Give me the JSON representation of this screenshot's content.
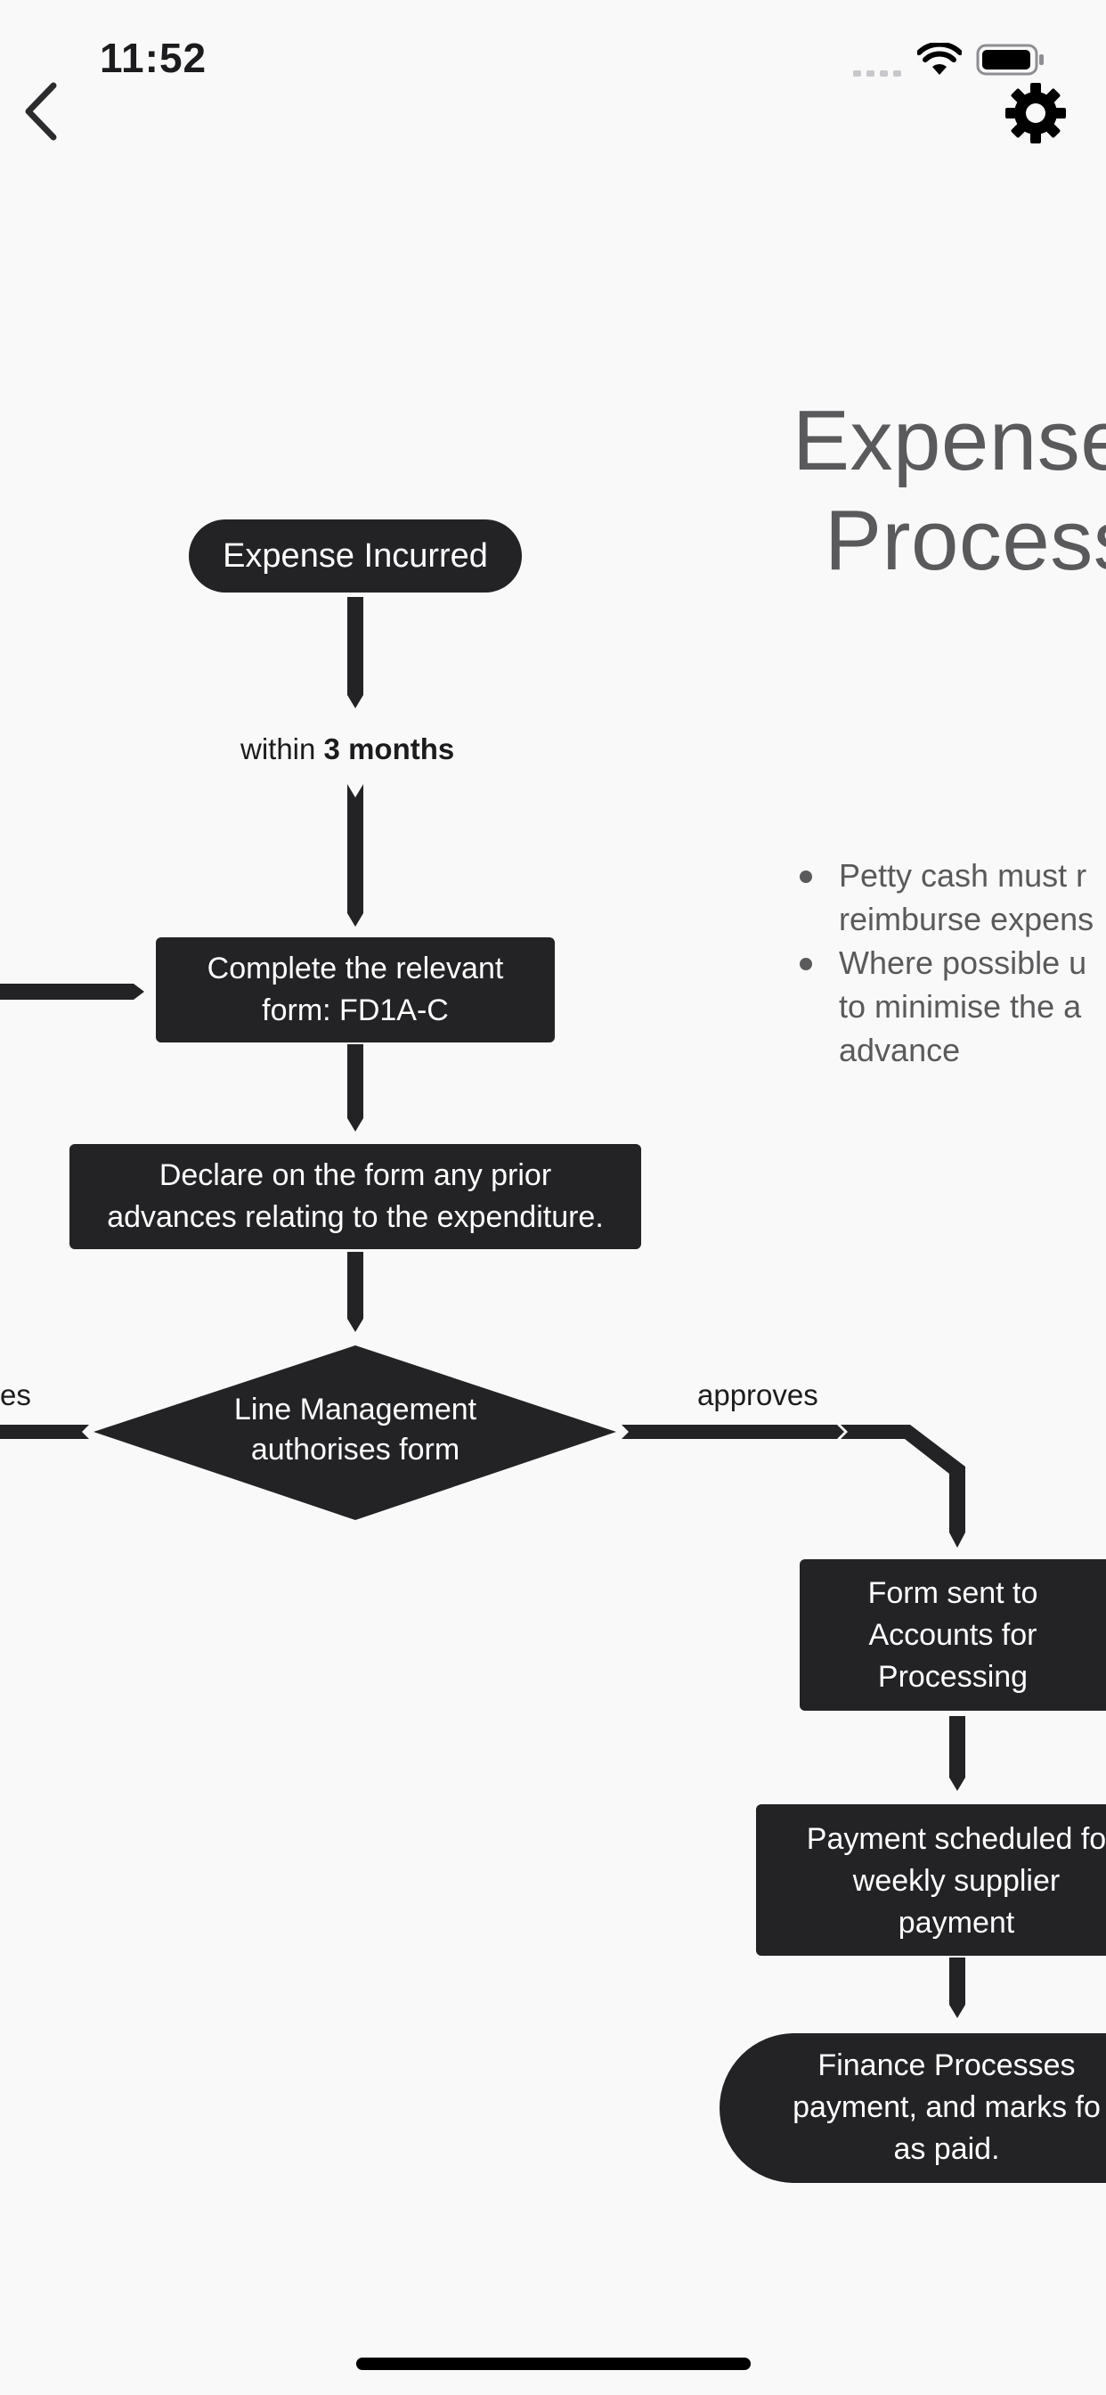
{
  "status_bar": {
    "time": "11:52"
  },
  "nav": {
    "back_icon": "chevron-left-icon",
    "settings_icon": "gear-icon"
  },
  "title": {
    "line1": "Expense",
    "line2": "Process"
  },
  "notes": [
    {
      "line1": "Petty cash must r",
      "line2": "reimburse expens"
    },
    {
      "line1": "Where possible u",
      "line2": "to minimise the a",
      "line3": "advance"
    }
  ],
  "flowchart": {
    "start": "Expense Incurred",
    "time_label_prefix": "within ",
    "time_label_bold": "3 months",
    "step_form_l1": "Complete the relevant",
    "step_form_l2": "form: FD1A-C",
    "step_declare_l1": "Declare on the form any prior",
    "step_declare_l2": "advances relating to the expenditure.",
    "decision_l1": "Line Management",
    "decision_l2": "authorises form",
    "left_edge_label": "es",
    "approves_label": "approves",
    "accounts_l1": "Form sent to",
    "accounts_l2": "Accounts for",
    "accounts_l3": "Processing",
    "payment_l1": "Payment scheduled fo",
    "payment_l2": "weekly supplier",
    "payment_l3": "payment",
    "finance_l1": "Finance Processes",
    "finance_l2": "payment, and marks fo",
    "finance_l3": "as paid."
  },
  "colors": {
    "node_fill": "#232224",
    "title_text": "#5a5a5c",
    "background": "#f9f9f9"
  }
}
